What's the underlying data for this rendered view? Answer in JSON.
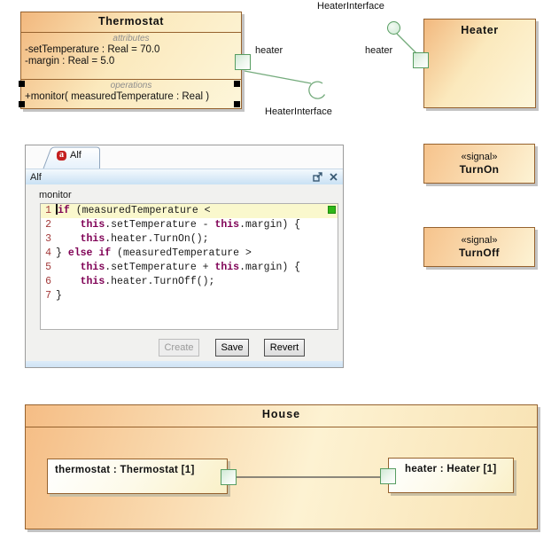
{
  "diagram": {
    "thermostat": {
      "title": "Thermostat",
      "attributes_label": "attributes",
      "attributes": [
        "-setTemperature : Real = 70.0",
        "-margin : Real = 5.0"
      ],
      "operations_label": "operations",
      "operations": [
        "+monitor( measuredTemperature : Real )"
      ],
      "port_label": "heater",
      "required_interface_label": "HeaterInterface"
    },
    "heater": {
      "title": "Heater",
      "port_label": "heater",
      "provided_interface_label": "HeaterInterface"
    },
    "signals": [
      {
        "stereotype": "«signal»",
        "name": "TurnOn"
      },
      {
        "stereotype": "«signal»",
        "name": "TurnOff"
      }
    ],
    "house": {
      "title": "House",
      "parts": [
        {
          "label": "thermostat : Thermostat [1]"
        },
        {
          "label": "heater : Heater [1]"
        }
      ]
    }
  },
  "alf_editor": {
    "tab_label": "Alf",
    "tab_icon": "alf-logo-a",
    "tab_icon_letter": "a",
    "window_title": "Alf",
    "operation_name": "monitor",
    "code": {
      "current_line": 1,
      "lines": [
        [
          [
            "k",
            "if"
          ],
          [
            "p",
            " (measuredTemperature <"
          ]
        ],
        [
          [
            "p",
            "    "
          ],
          [
            "k",
            "this"
          ],
          [
            "p",
            ".setTemperature - "
          ],
          [
            "k",
            "this"
          ],
          [
            "p",
            ".margin) {"
          ]
        ],
        [
          [
            "p",
            "    "
          ],
          [
            "k",
            "this"
          ],
          [
            "p",
            ".heater.TurnOn();"
          ]
        ],
        [
          [
            "p",
            "} "
          ],
          [
            "k",
            "else"
          ],
          [
            "p",
            " "
          ],
          [
            "k",
            "if"
          ],
          [
            "p",
            " (measuredTemperature >"
          ]
        ],
        [
          [
            "p",
            "    "
          ],
          [
            "k",
            "this"
          ],
          [
            "p",
            ".setTemperature + "
          ],
          [
            "k",
            "this"
          ],
          [
            "p",
            ".margin) {"
          ]
        ],
        [
          [
            "p",
            "    "
          ],
          [
            "k",
            "this"
          ],
          [
            "p",
            ".heater.TurnOff();"
          ]
        ],
        [
          [
            "p",
            "}"
          ]
        ]
      ]
    },
    "buttons": [
      {
        "label": "Create",
        "enabled": false
      },
      {
        "label": "Save",
        "enabled": true
      },
      {
        "label": "Revert",
        "enabled": true
      }
    ]
  },
  "colors": {
    "box_border": "#96622e",
    "box_gradient_start": "#f2b87e",
    "box_gradient_end": "#fdf6da",
    "port_green": "#579d61",
    "connector_green": "#74ab7c",
    "connector_dark": "#4a4a4a",
    "keyword": "#7f0055",
    "line_number": "#a33a3a",
    "current_line_bg": "#faf8cd",
    "overview_marker": "#2fb718",
    "titlebar_top": "#f3f9fd",
    "titlebar_bottom": "#c9e1f4",
    "badge_red": "#c42020"
  }
}
